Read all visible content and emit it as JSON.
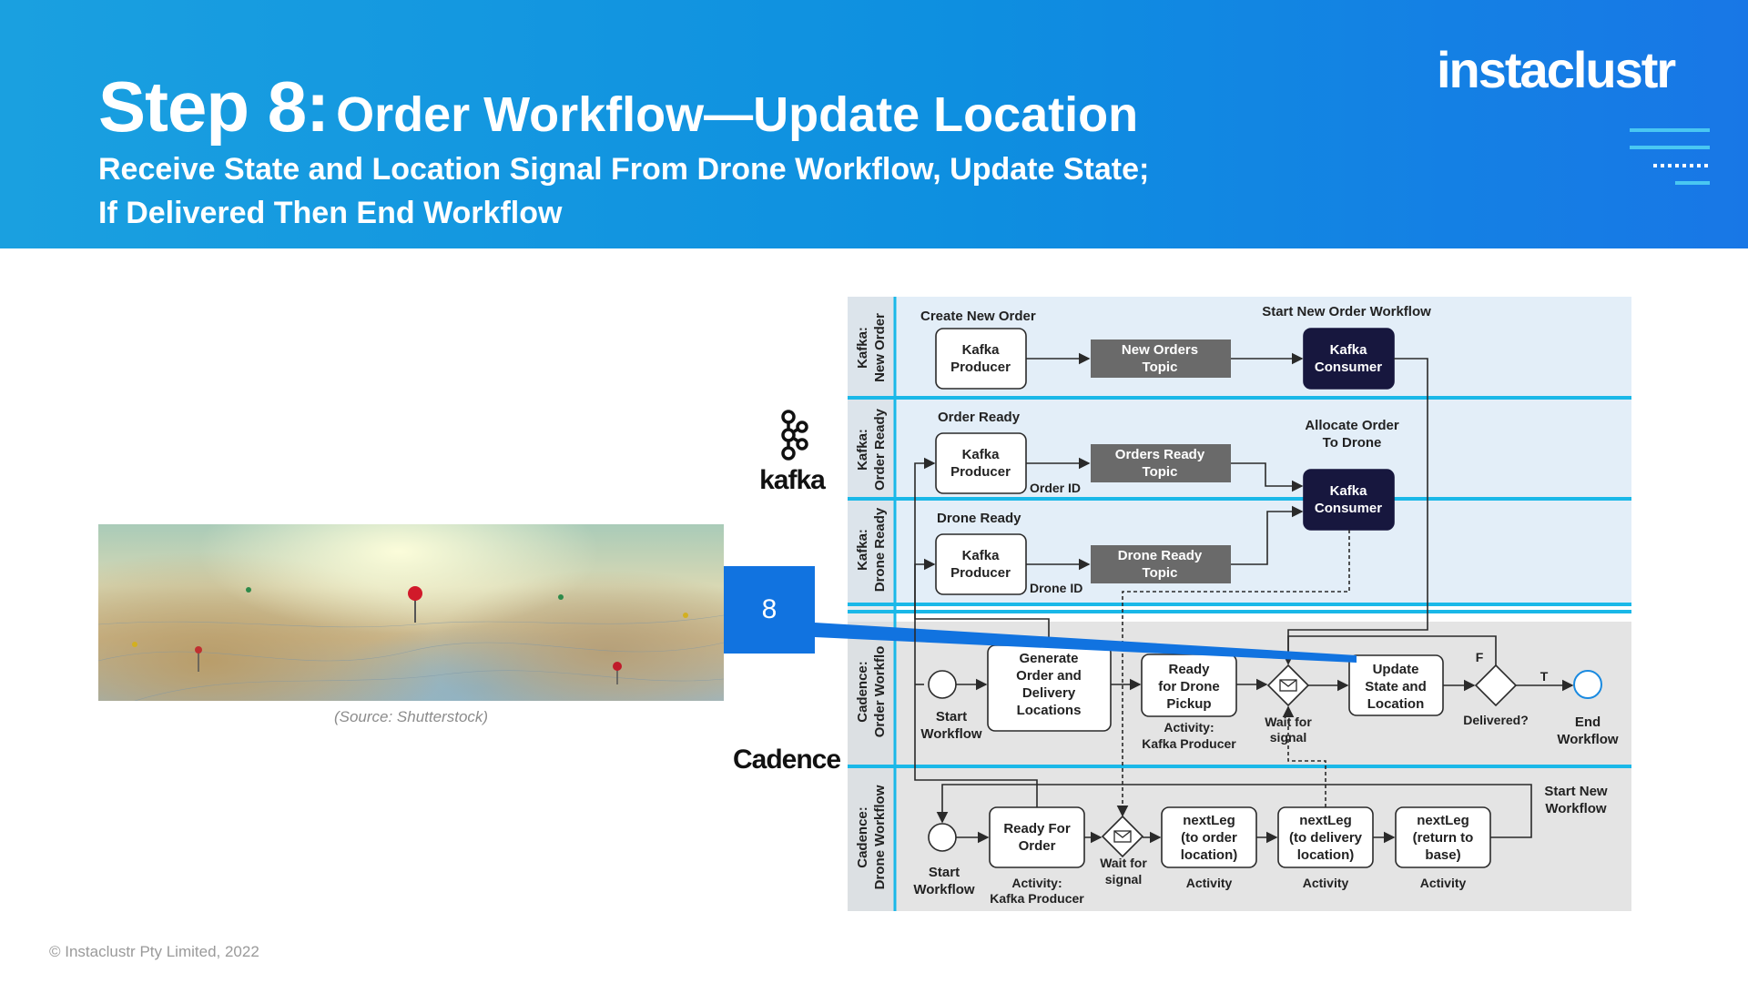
{
  "header": {
    "step": "Step 8:",
    "title": "Order Workflow—Update Location",
    "subtitle_1": "Receive State and Location Signal From Drone Workflow, Update State;",
    "subtitle_2": "If Delivered Then End Workflow",
    "brand": "instaclustr"
  },
  "photo": {
    "caption": "(Source: Shutterstock)"
  },
  "step_box": {
    "label": "8"
  },
  "footer": {
    "copyright": "© Instaclustr Pty Limited, 2022"
  },
  "logos": {
    "kafka": "kafka",
    "cadence": "Cadence"
  },
  "colors": {
    "accent": "#1173e0",
    "header": "#0e8fe0",
    "dark_box": "#17173e",
    "topic_box": "#6a6a6a",
    "kafka_lane": "#e3eef8",
    "cadence_lane": "#e4e4e4",
    "separator": "#1ab8e8"
  },
  "diagram": {
    "lanes": {
      "new_order": [
        "Kafka:",
        "New Order"
      ],
      "order_ready": [
        "Kafka:",
        "Order Ready"
      ],
      "drone_ready": [
        "Kafka:",
        "Drone Ready"
      ],
      "order_workflow": [
        "Cadence:",
        "Order Workflo"
      ],
      "drone_workflow": [
        "Cadence:",
        "Drone Workflow"
      ]
    },
    "row1": {
      "title": "Create New Order",
      "producer": [
        "Kafka",
        "Producer"
      ],
      "topic": [
        "New Orders",
        "Topic"
      ],
      "start_label": "Start New Order Workflow",
      "consumer": [
        "Kafka",
        "Consumer"
      ]
    },
    "row2": {
      "title": "Order Ready",
      "producer": [
        "Kafka",
        "Producer"
      ],
      "topic": [
        "Orders Ready",
        "Topic"
      ],
      "key": "Order ID",
      "allocate": [
        "Allocate Order",
        "To Drone"
      ],
      "consumer": [
        "Kafka",
        "Consumer"
      ]
    },
    "row3": {
      "title": "Drone Ready",
      "producer": [
        "Kafka",
        "Producer"
      ],
      "topic": [
        "Drone Ready",
        "Topic"
      ],
      "key": "Drone ID"
    },
    "order_wf": {
      "start": [
        "Start",
        "Workflow"
      ],
      "generate": [
        "Generate",
        "Order and",
        "Delivery",
        "Locations"
      ],
      "ready_pickup": [
        "Ready",
        "for Drone",
        "Pickup"
      ],
      "ready_pickup_sub": [
        "Activity:",
        "Kafka Producer"
      ],
      "wait": [
        "Wait for",
        "signal"
      ],
      "update": [
        "Update",
        "State and",
        "Location"
      ],
      "delivered": "Delivered?",
      "false_label": "F",
      "true_label": "T",
      "end": [
        "End",
        "Workflow"
      ]
    },
    "drone_wf": {
      "start": [
        "Start",
        "Workflow"
      ],
      "ready_order": [
        "Ready For",
        "Order"
      ],
      "ready_order_sub": [
        "Activity:",
        "Kafka Producer"
      ],
      "wait": [
        "Wait for",
        "signal"
      ],
      "leg1": [
        "nextLeg",
        "(to order",
        "location)"
      ],
      "leg2": [
        "nextLeg",
        "(to delivery",
        "location)"
      ],
      "leg3": [
        "nextLeg",
        "(return to",
        "base)"
      ],
      "activity": "Activity",
      "start_new": [
        "Start New",
        "Workflow"
      ]
    }
  }
}
